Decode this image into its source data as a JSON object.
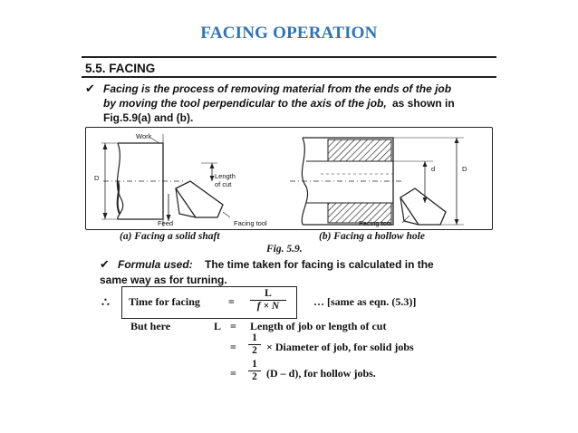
{
  "title": "FACING OPERATION",
  "doc": {
    "heading": "5.5. FACING",
    "intro_line1": "Facing is the process of removing material from the ends of the job",
    "intro_line2a": "by moving the tool perpendicular to the axis of the job,",
    "intro_line2b": "as shown in",
    "intro_line3": "Fig.5.9(a) and (b).",
    "figure": {
      "work": "Work",
      "d_upper": "D",
      "length_line1": "Length",
      "length_line2": "of cut",
      "feed": "Feed",
      "facing_tool_a": "Facing tool",
      "facing_tool_b": "Facing tool",
      "d_small": "d",
      "d_right": "D"
    },
    "caption_a": "(a) Facing a solid shaft",
    "caption_b": "(b) Facing a hollow hole",
    "fig_label": "Fig. 5.9.",
    "formula_label": "Formula used:",
    "formula_text1": "The time taken for facing is calculated in the",
    "formula_text2": "same way as for turning.",
    "therefore": "∴",
    "time_label": "Time for facing",
    "equals": "=",
    "frac_num": "L",
    "frac_den": "f × N",
    "same_as": "… [same as eqn. (5.3)]",
    "but_here": "But here",
    "L": "L",
    "eq1": "Length of job or length of cut",
    "half_num": "1",
    "half_den": "2",
    "eq2": "× Diameter of job, for solid jobs",
    "eq3": "(D – d),  for hollow jobs."
  }
}
